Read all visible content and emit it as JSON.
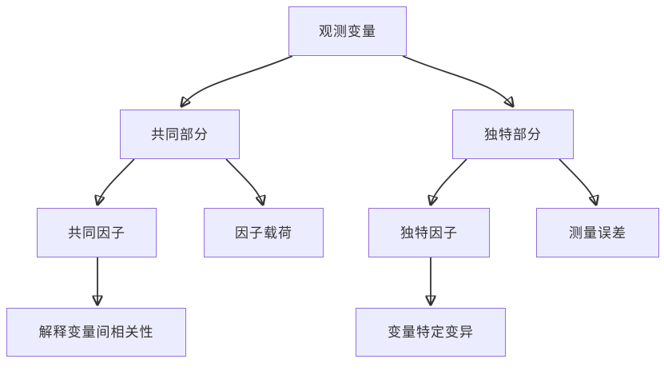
{
  "diagram": {
    "type": "flowchart-top-down",
    "nodes": {
      "observed": {
        "label": "观测变量"
      },
      "common_part": {
        "label": "共同部分"
      },
      "unique_part": {
        "label": "独特部分"
      },
      "common_factor": {
        "label": "共同因子"
      },
      "factor_loading": {
        "label": "因子载荷"
      },
      "unique_factor": {
        "label": "独特因子"
      },
      "measurement_error": {
        "label": "测量误差"
      },
      "explains_correlation": {
        "label": "解释变量间相关性"
      },
      "variable_specific_variance": {
        "label": "变量特定变异"
      }
    },
    "edges": [
      {
        "from": "observed",
        "to": "common_part"
      },
      {
        "from": "observed",
        "to": "unique_part"
      },
      {
        "from": "common_part",
        "to": "common_factor"
      },
      {
        "from": "common_part",
        "to": "factor_loading"
      },
      {
        "from": "unique_part",
        "to": "unique_factor"
      },
      {
        "from": "unique_part",
        "to": "measurement_error"
      },
      {
        "from": "common_factor",
        "to": "explains_correlation"
      },
      {
        "from": "unique_factor",
        "to": "variable_specific_variance"
      }
    ],
    "colors": {
      "node_fill": "#ECECFF",
      "node_border": "#9370DB",
      "edge": "#333333",
      "text": "#333333",
      "background": "#FFFFFF"
    }
  }
}
